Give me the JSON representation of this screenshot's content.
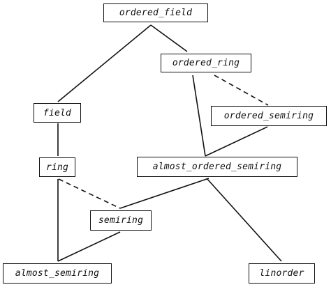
{
  "nodes": {
    "ordered_field": "ordered_field",
    "ordered_ring": "ordered_ring",
    "field": "field",
    "ordered_semiring": "ordered_semiring",
    "ring": "ring",
    "almost_ordered_semiring": "almost_ordered_semiring",
    "semiring": "semiring",
    "almost_semiring": "almost_semiring",
    "linorder": "linorder"
  },
  "edges": [
    {
      "from": "ordered_field",
      "to": "ordered_ring",
      "style": "solid"
    },
    {
      "from": "ordered_field",
      "to": "field",
      "style": "solid"
    },
    {
      "from": "ordered_ring",
      "to": "ordered_semiring",
      "style": "dashed"
    },
    {
      "from": "ordered_ring",
      "to": "almost_ordered_semiring",
      "style": "solid"
    },
    {
      "from": "ordered_semiring",
      "to": "almost_ordered_semiring",
      "style": "solid"
    },
    {
      "from": "field",
      "to": "ring",
      "style": "solid"
    },
    {
      "from": "ring",
      "to": "semiring",
      "style": "dashed"
    },
    {
      "from": "ring",
      "to": "almost_semiring",
      "style": "solid"
    },
    {
      "from": "almost_ordered_semiring",
      "to": "semiring",
      "style": "solid"
    },
    {
      "from": "almost_ordered_semiring",
      "to": "linorder",
      "style": "solid"
    },
    {
      "from": "semiring",
      "to": "almost_semiring",
      "style": "solid"
    }
  ],
  "colors": {
    "line": "#111111",
    "box_border": "#111111",
    "text": "#111111",
    "background": "#ffffff"
  }
}
